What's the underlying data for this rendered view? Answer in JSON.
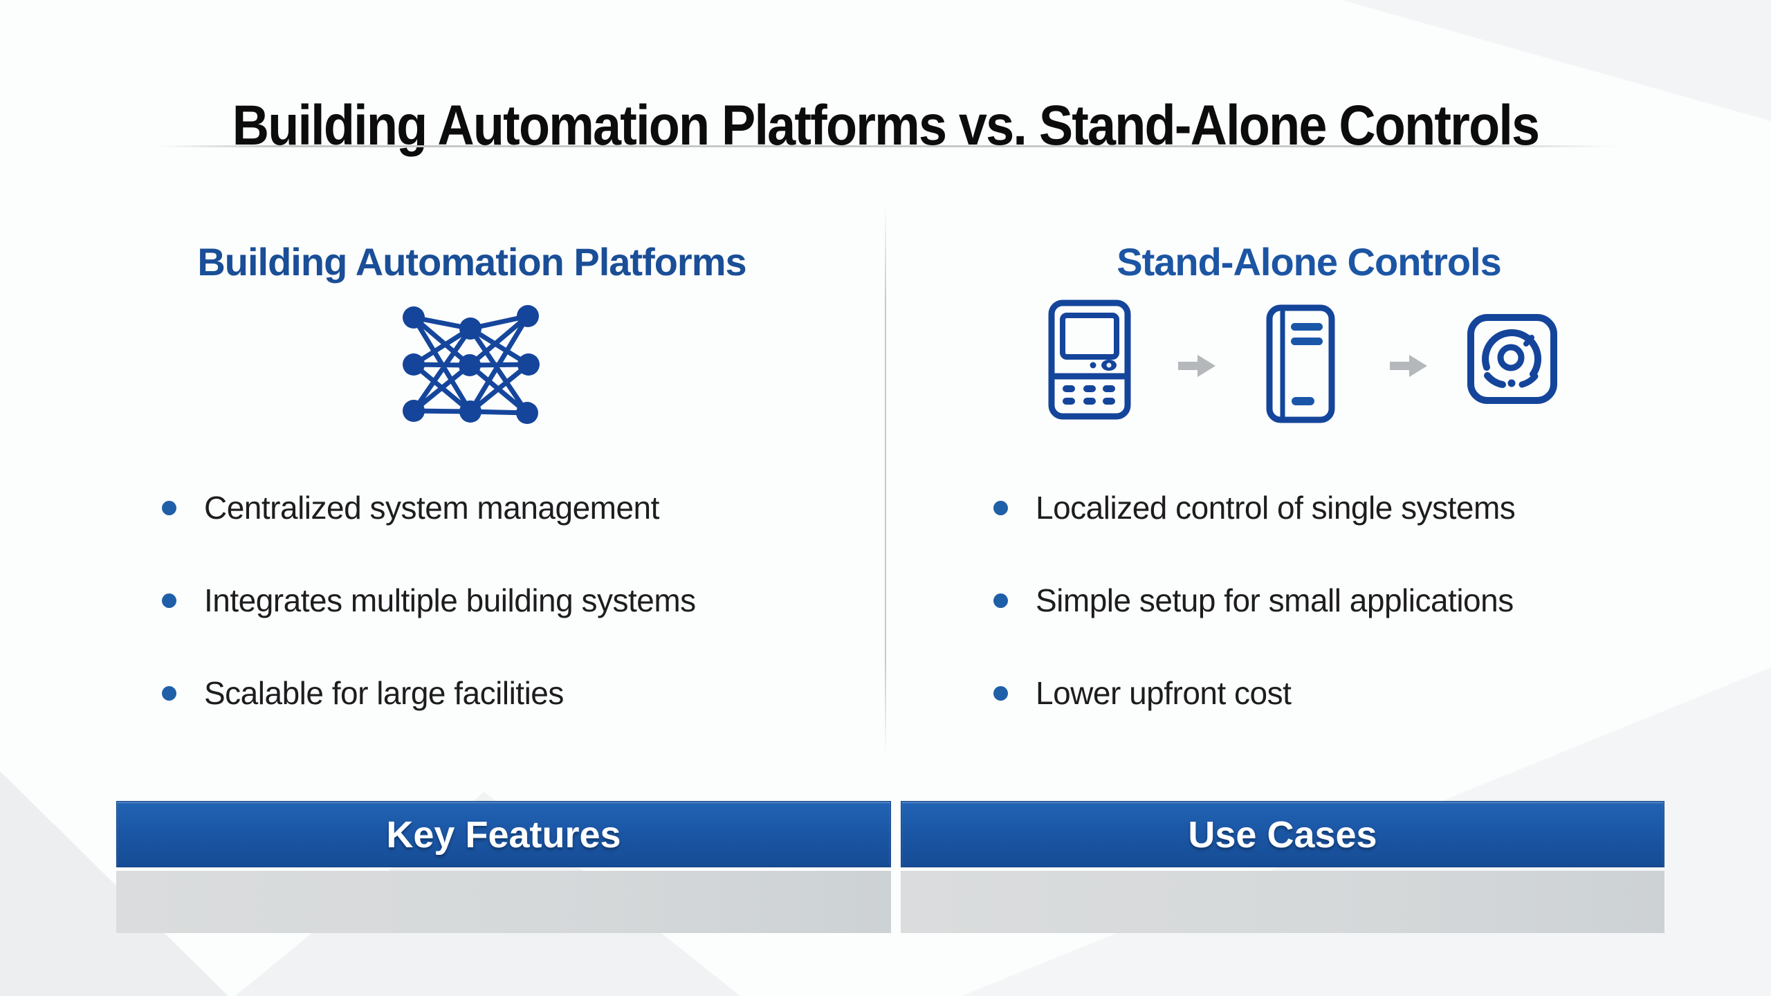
{
  "slide": {
    "title": "Building Automation Platforms vs. Stand-Alone Controls",
    "columns": [
      {
        "heading": "Building Automation Platforms",
        "icon": "network-icon",
        "bullets": [
          "Centralized system management",
          "Integrates multiple building systems",
          "Scalable for large facilities"
        ]
      },
      {
        "heading": "Stand-Alone Controls",
        "icons": [
          "control-device-icon",
          "arrow-right-icon",
          "controller-tower-icon",
          "arrow-right-icon",
          "gauge-dial-icon"
        ],
        "bullets": [
          "Localized control of single systems",
          "Simple setup for small applications",
          "Lower upfront cost"
        ]
      }
    ],
    "table": {
      "headers": [
        "Key Features",
        "Use Cases"
      ]
    },
    "colors": {
      "title_text": "#0c0c0d",
      "heading_blue_left": "#1a4e96",
      "heading_blue_right": "#1c55a3",
      "icon_blue": "#14459b",
      "bullet_dot_blue": "#1e5fa8",
      "bullet_text": "#1d1d1f",
      "arrow_gray": "#b4b8ba",
      "table_header_blue": "#1b57a6",
      "table_row_gray": "#d6d9da",
      "divider_gray": "#c6c7c9"
    }
  }
}
